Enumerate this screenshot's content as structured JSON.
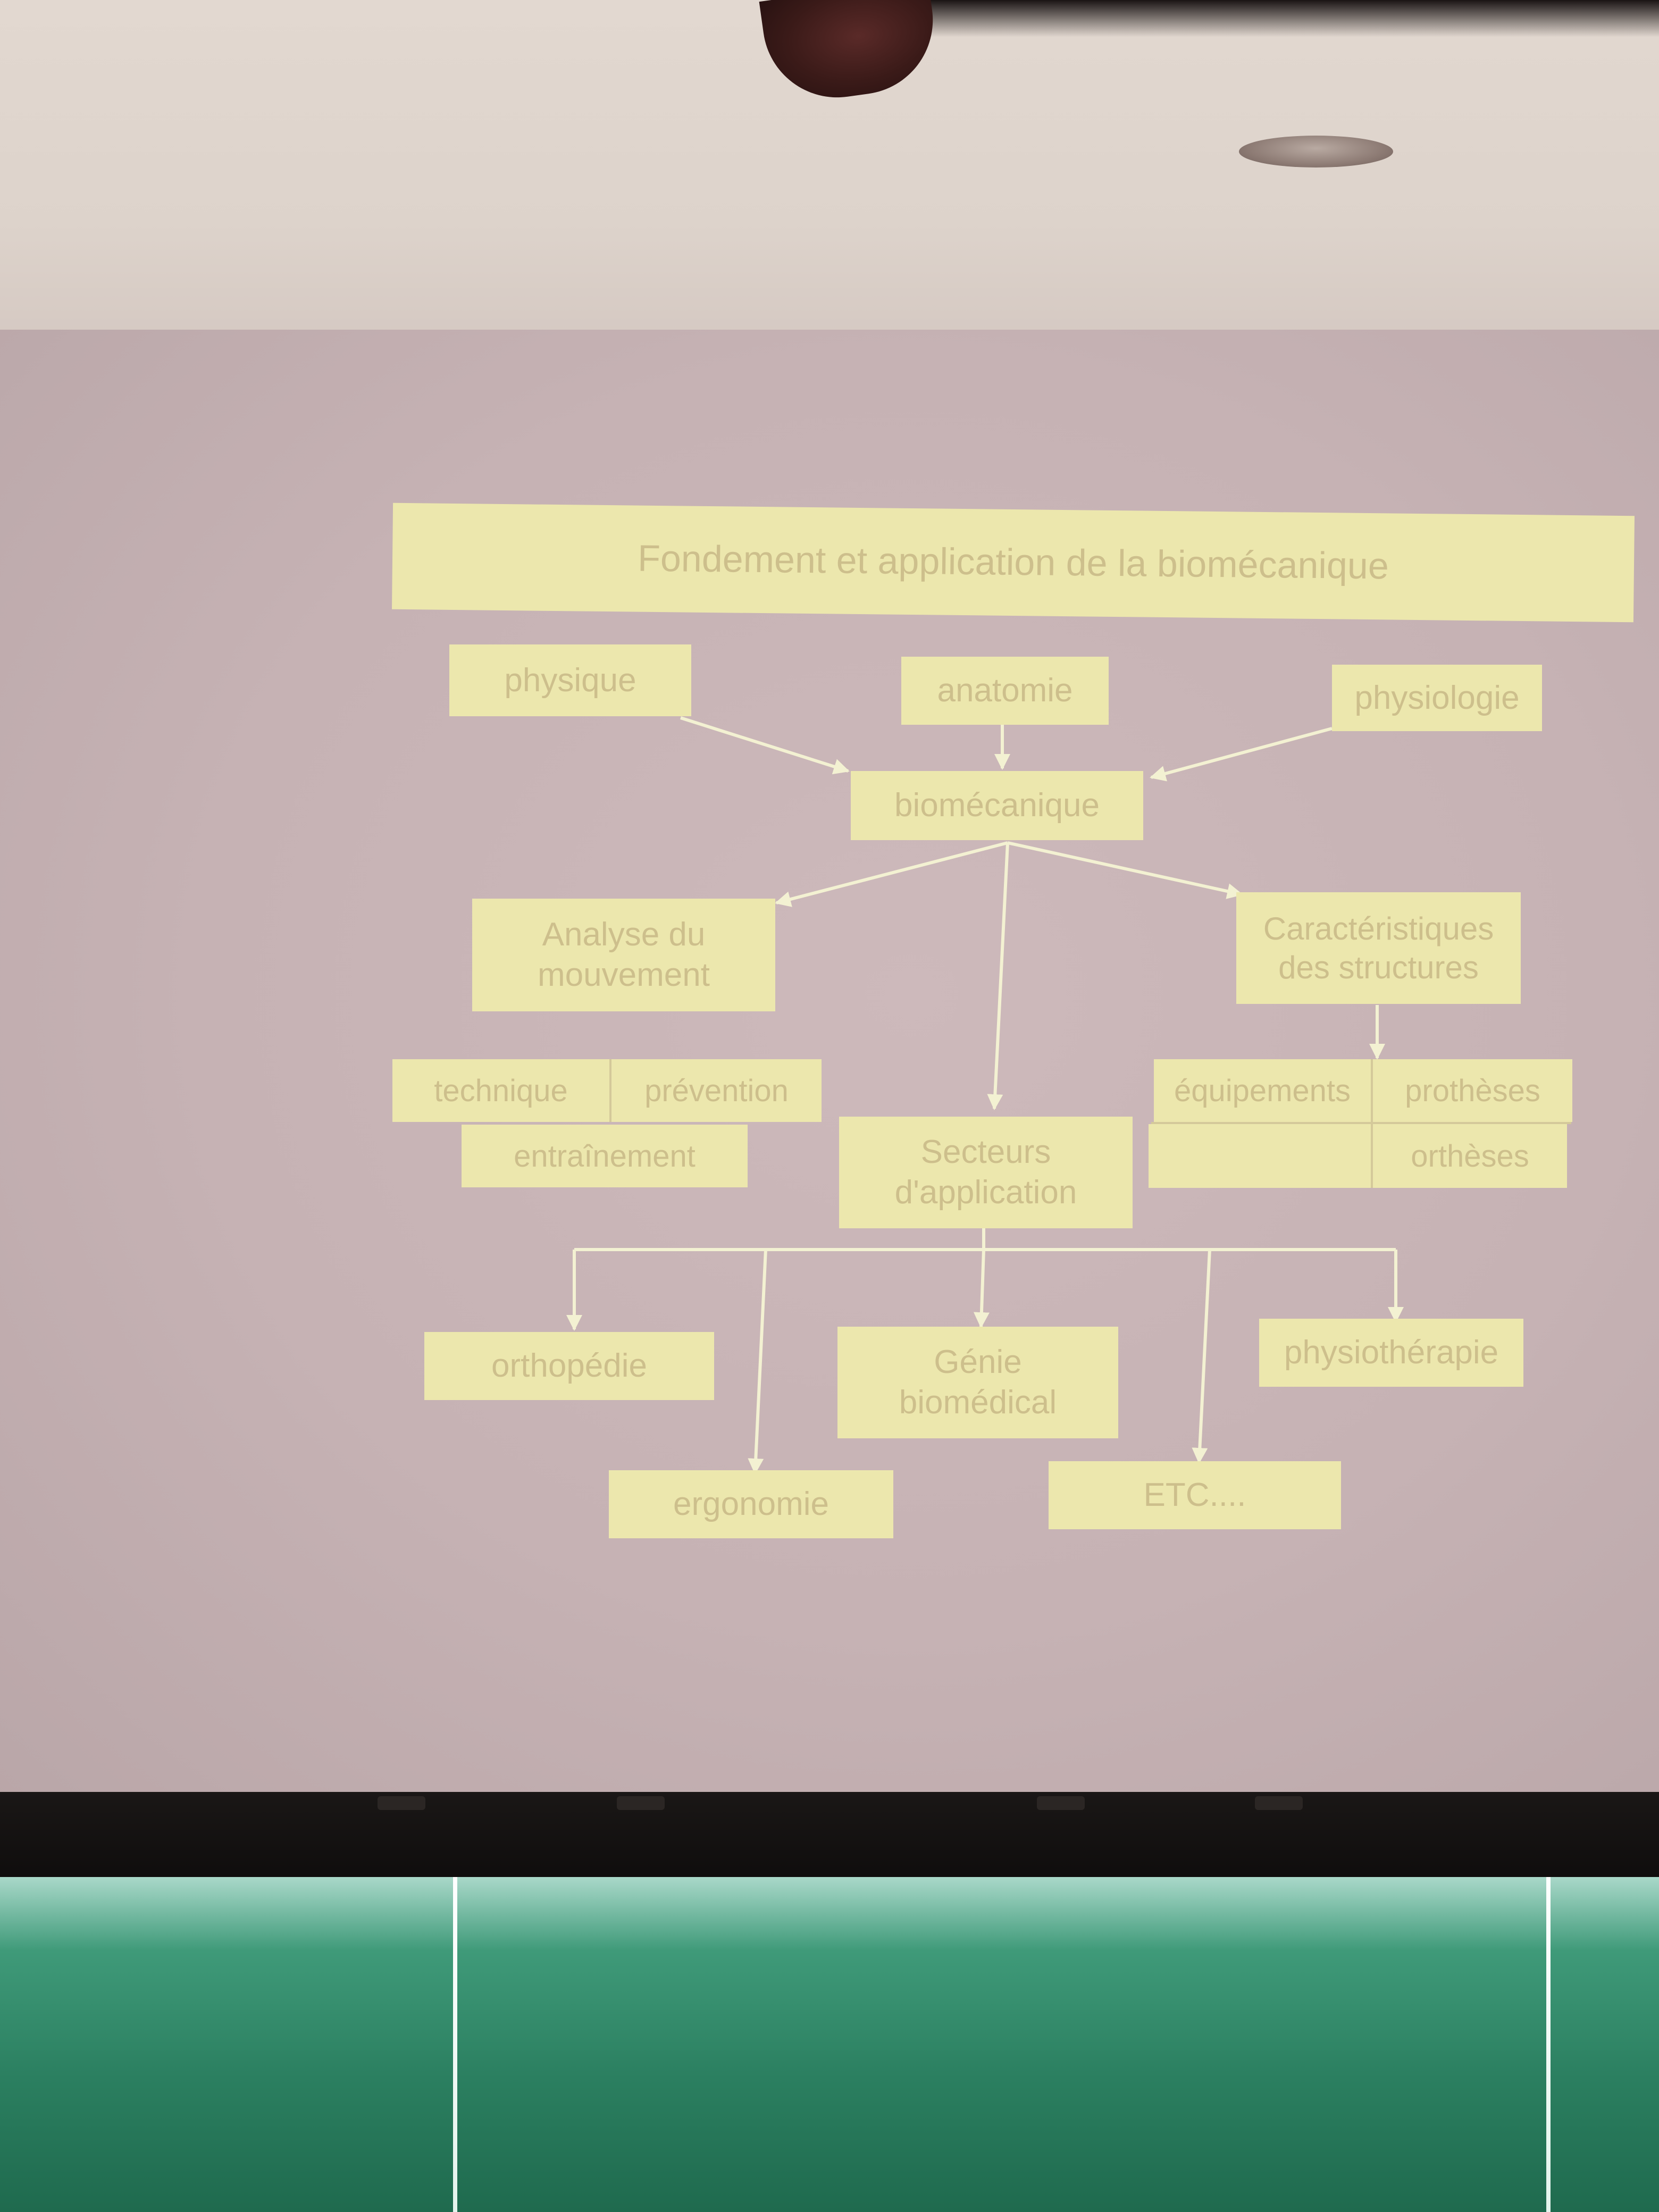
{
  "diagram": {
    "title": "Fondement et application de la biomécanique",
    "sources": {
      "physique": "physique",
      "anatomie": "anatomie",
      "physiologie": "physiologie"
    },
    "center": "biomécanique",
    "analyse": "Analyse du\nmouvement",
    "caracteristiques": "Caractéristiques\ndes structures",
    "analyse_applications": {
      "technique": "technique",
      "prevention": "prévention",
      "entrainement": "entraînement"
    },
    "caracteristiques_applications": {
      "equipements": "équipements",
      "protheses": "prothèses",
      "ortheses": "orthèses"
    },
    "secteurs": "Secteurs\nd'application",
    "sectors": {
      "orthopedie": "orthopédie",
      "ergonomie": "ergonomie",
      "genie": "Génie\nbiomédical",
      "etc": "ETC....",
      "physiotherapie": "physiothérapie"
    }
  },
  "colors": {
    "box_fill": "#ece7ad",
    "box_text": "#cdbf8c",
    "arrow": "#f3f1d2",
    "screen": "#c6b2b4"
  }
}
